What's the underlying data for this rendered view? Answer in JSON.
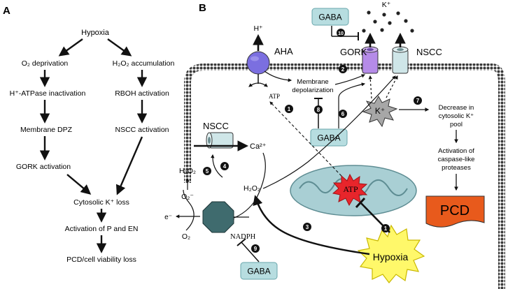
{
  "panel_a": {
    "label": "A",
    "hypoxia": "Hypoxia",
    "left_chain": [
      "O₂ deprivation",
      "H⁺-ATPase inactivation",
      "Membrane DPZ",
      "GORK activation"
    ],
    "right_chain": [
      "H₂O₂ accumulation",
      "RBOH activation",
      "NSCC activation"
    ],
    "bottom_chain": [
      "Cytosolic K⁺ loss",
      "Activation of P and EN",
      "PCD/cell viability loss"
    ]
  },
  "panel_b": {
    "label": "B",
    "aha": "AHA",
    "h_plus": "H⁺",
    "gork": "GORK",
    "nscc_top": "NSCC",
    "nscc_left": "NSCC",
    "k_plus_top": "K⁺",
    "k_star": "K⁺",
    "gaba": "GABA",
    "membrane_depolarization": [
      "Membrane",
      "depolarization"
    ],
    "atp_small": "ATP",
    "atp_star": "ATP",
    "ca": "Ca²⁺",
    "h2o2": "H₂O₂",
    "o2_radical": "O₂⁻",
    "electron": "e⁻",
    "o2": "O₂",
    "nadph": "NADPH",
    "decrease_pool": [
      "Decrease in",
      "cytosolic K⁺",
      "pool"
    ],
    "caspase": [
      "Activation of",
      "caspase-like",
      "proteases"
    ],
    "pcd": "PCD",
    "hypoxia": "Hypoxia",
    "numbers": [
      "1",
      "2",
      "3",
      "4",
      "5",
      "6",
      "7",
      "8",
      "9",
      "10"
    ]
  },
  "colors": {
    "aha": "#7b6fe0",
    "gork": "#b58be8",
    "nscc": "#cfe6e8",
    "gaba_box": "#b7dde0",
    "mitochondrion": "#a9cfd4",
    "atp_star": "#e8252b",
    "k_star": "#a7a7a7",
    "pcd": "#e85a1c",
    "hypoxia_star": "#fff86a",
    "rboh": "#3f6b6e"
  }
}
